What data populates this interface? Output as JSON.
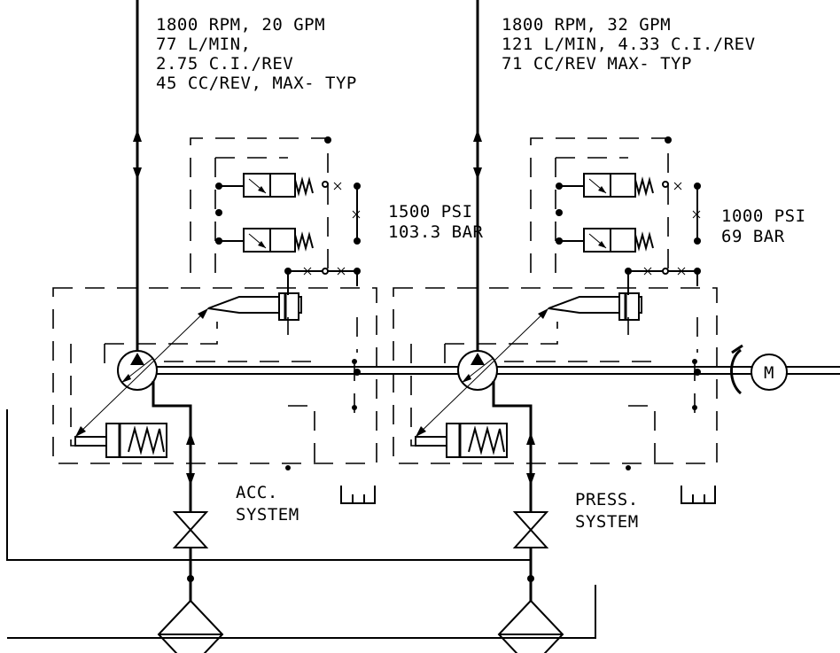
{
  "pumps": [
    {
      "spec_lines": [
        "1800 RPM, 20 GPM",
        "77 L/MIN,",
        "2.75 C.I./REV",
        "45 CC/REV, MAX- TYP"
      ],
      "relief_lines": [
        "1500 PSI",
        "103.3 BAR"
      ],
      "system_lines": [
        "ACC.",
        "SYSTEM"
      ]
    },
    {
      "spec_lines": [
        "1800 RPM, 32 GPM",
        "121 L/MIN, 4.33 C.I./REV",
        "71 CC/REV MAX- TYP"
      ],
      "relief_lines": [
        "1000 PSI",
        "69 BAR"
      ],
      "system_lines": [
        "PRESS.",
        "SYSTEM"
      ]
    }
  ],
  "motor": {
    "label": "M"
  },
  "icons": [
    "pump-icon",
    "motor-icon",
    "check-valve-icon",
    "filter-icon",
    "tank-icon",
    "solenoid-valve-icon",
    "cylinder-icon",
    "spring-icon"
  ]
}
